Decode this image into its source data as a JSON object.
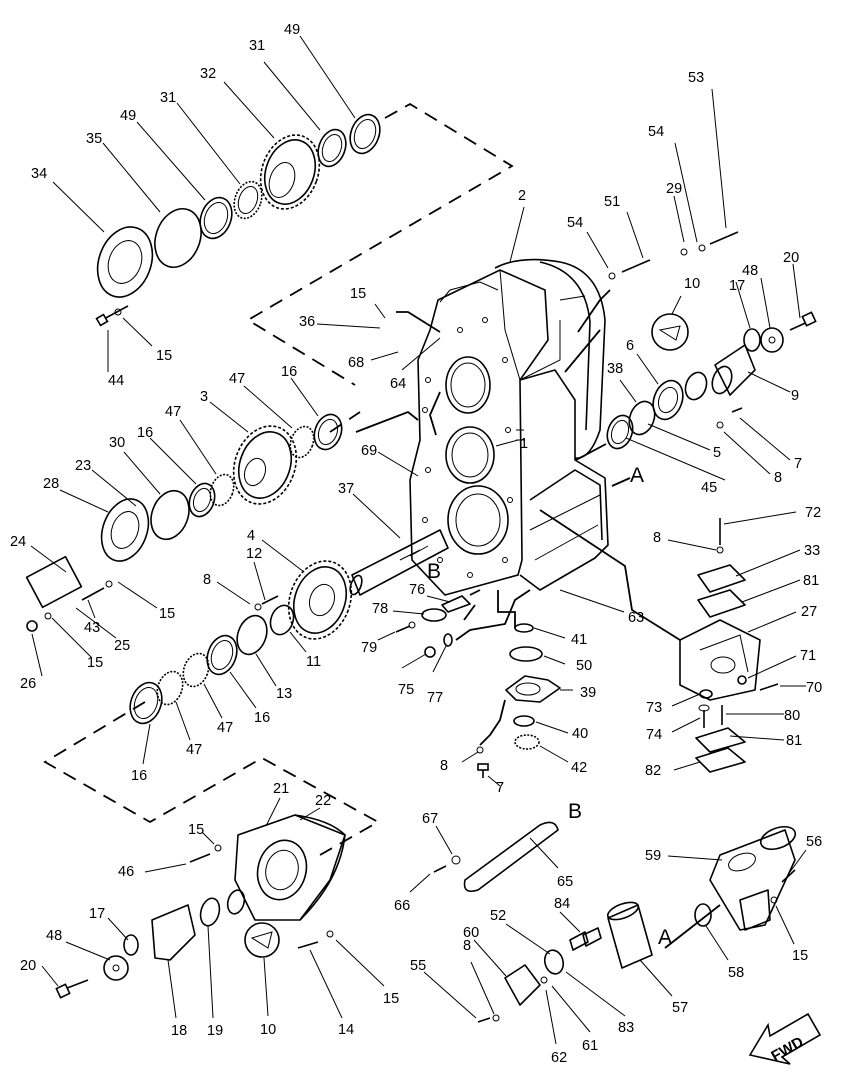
{
  "callouts": [
    {
      "id": "49a",
      "text": "49"
    },
    {
      "id": "31a",
      "text": "31"
    },
    {
      "id": "32",
      "text": "32"
    },
    {
      "id": "31b",
      "text": "31"
    },
    {
      "id": "49b",
      "text": "49"
    },
    {
      "id": "35",
      "text": "35"
    },
    {
      "id": "34",
      "text": "34"
    },
    {
      "id": "44",
      "text": "44"
    },
    {
      "id": "15a",
      "text": "15"
    },
    {
      "id": "2",
      "text": "2"
    },
    {
      "id": "54a",
      "text": "54"
    },
    {
      "id": "51",
      "text": "51"
    },
    {
      "id": "29",
      "text": "29"
    },
    {
      "id": "54b",
      "text": "54"
    },
    {
      "id": "53",
      "text": "53"
    },
    {
      "id": "15b",
      "text": "15"
    },
    {
      "id": "36",
      "text": "36"
    },
    {
      "id": "68",
      "text": "68"
    },
    {
      "id": "64",
      "text": "64"
    },
    {
      "id": "10a",
      "text": "10"
    },
    {
      "id": "17a",
      "text": "17"
    },
    {
      "id": "48a",
      "text": "48"
    },
    {
      "id": "20a",
      "text": "20"
    },
    {
      "id": "6",
      "text": "6"
    },
    {
      "id": "38",
      "text": "38"
    },
    {
      "id": "9",
      "text": "9"
    },
    {
      "id": "16a",
      "text": "16"
    },
    {
      "id": "47a",
      "text": "47"
    },
    {
      "id": "3",
      "text": "3"
    },
    {
      "id": "47b",
      "text": "47"
    },
    {
      "id": "16b",
      "text": "16"
    },
    {
      "id": "30",
      "text": "30"
    },
    {
      "id": "23",
      "text": "23"
    },
    {
      "id": "28",
      "text": "28"
    },
    {
      "id": "69",
      "text": "69"
    },
    {
      "id": "1",
      "text": "1"
    },
    {
      "id": "5",
      "text": "5"
    },
    {
      "id": "45",
      "text": "45"
    },
    {
      "id": "8a",
      "text": "8"
    },
    {
      "id": "7a",
      "text": "7"
    },
    {
      "id": "37",
      "text": "37"
    },
    {
      "id": "4",
      "text": "4"
    },
    {
      "id": "24",
      "text": "24"
    },
    {
      "id": "12",
      "text": "12"
    },
    {
      "id": "8b",
      "text": "8"
    },
    {
      "id": "43",
      "text": "43"
    },
    {
      "id": "15c",
      "text": "15"
    },
    {
      "id": "25",
      "text": "25"
    },
    {
      "id": "15d",
      "text": "15"
    },
    {
      "id": "26",
      "text": "26"
    },
    {
      "id": "11",
      "text": "11"
    },
    {
      "id": "13",
      "text": "13"
    },
    {
      "id": "76",
      "text": "76"
    },
    {
      "id": "78",
      "text": "78"
    },
    {
      "id": "79",
      "text": "79"
    },
    {
      "id": "75",
      "text": "75"
    },
    {
      "id": "77",
      "text": "77"
    },
    {
      "id": "63",
      "text": "63"
    },
    {
      "id": "41",
      "text": "41"
    },
    {
      "id": "50",
      "text": "50"
    },
    {
      "id": "39",
      "text": "39"
    },
    {
      "id": "40",
      "text": "40"
    },
    {
      "id": "42",
      "text": "42"
    },
    {
      "id": "8c",
      "text": "8"
    },
    {
      "id": "7b",
      "text": "7"
    },
    {
      "id": "72",
      "text": "72"
    },
    {
      "id": "8d",
      "text": "8"
    },
    {
      "id": "33",
      "text": "33"
    },
    {
      "id": "81a",
      "text": "81"
    },
    {
      "id": "27",
      "text": "27"
    },
    {
      "id": "71",
      "text": "71"
    },
    {
      "id": "70",
      "text": "70"
    },
    {
      "id": "73",
      "text": "73"
    },
    {
      "id": "80",
      "text": "80"
    },
    {
      "id": "74",
      "text": "74"
    },
    {
      "id": "81b",
      "text": "81"
    },
    {
      "id": "82",
      "text": "82"
    },
    {
      "id": "16c",
      "text": "16"
    },
    {
      "id": "47c",
      "text": "47"
    },
    {
      "id": "47d",
      "text": "47"
    },
    {
      "id": "16d",
      "text": "16"
    },
    {
      "id": "21",
      "text": "21"
    },
    {
      "id": "22",
      "text": "22"
    },
    {
      "id": "15e",
      "text": "15"
    },
    {
      "id": "46",
      "text": "46"
    },
    {
      "id": "17b",
      "text": "17"
    },
    {
      "id": "48b",
      "text": "48"
    },
    {
      "id": "20b",
      "text": "20"
    },
    {
      "id": "18",
      "text": "18"
    },
    {
      "id": "19",
      "text": "19"
    },
    {
      "id": "10b",
      "text": "10"
    },
    {
      "id": "14",
      "text": "14"
    },
    {
      "id": "15f",
      "text": "15"
    },
    {
      "id": "67",
      "text": "67"
    },
    {
      "id": "66",
      "text": "66"
    },
    {
      "id": "65",
      "text": "65"
    },
    {
      "id": "59",
      "text": "59"
    },
    {
      "id": "56",
      "text": "56"
    },
    {
      "id": "15g",
      "text": "15"
    },
    {
      "id": "58",
      "text": "58"
    },
    {
      "id": "57",
      "text": "57"
    },
    {
      "id": "84",
      "text": "84"
    },
    {
      "id": "52",
      "text": "52"
    },
    {
      "id": "60",
      "text": "60"
    },
    {
      "id": "8e",
      "text": "8"
    },
    {
      "id": "55",
      "text": "55"
    },
    {
      "id": "62",
      "text": "62"
    },
    {
      "id": "61",
      "text": "61"
    },
    {
      "id": "83",
      "text": "83"
    }
  ],
  "connectors": [
    {
      "id": "A1",
      "text": "A"
    },
    {
      "id": "B1",
      "text": "B"
    },
    {
      "id": "B2",
      "text": "B"
    },
    {
      "id": "A2",
      "text": "A"
    }
  ],
  "direction_arrow": {
    "text": "FWD"
  }
}
